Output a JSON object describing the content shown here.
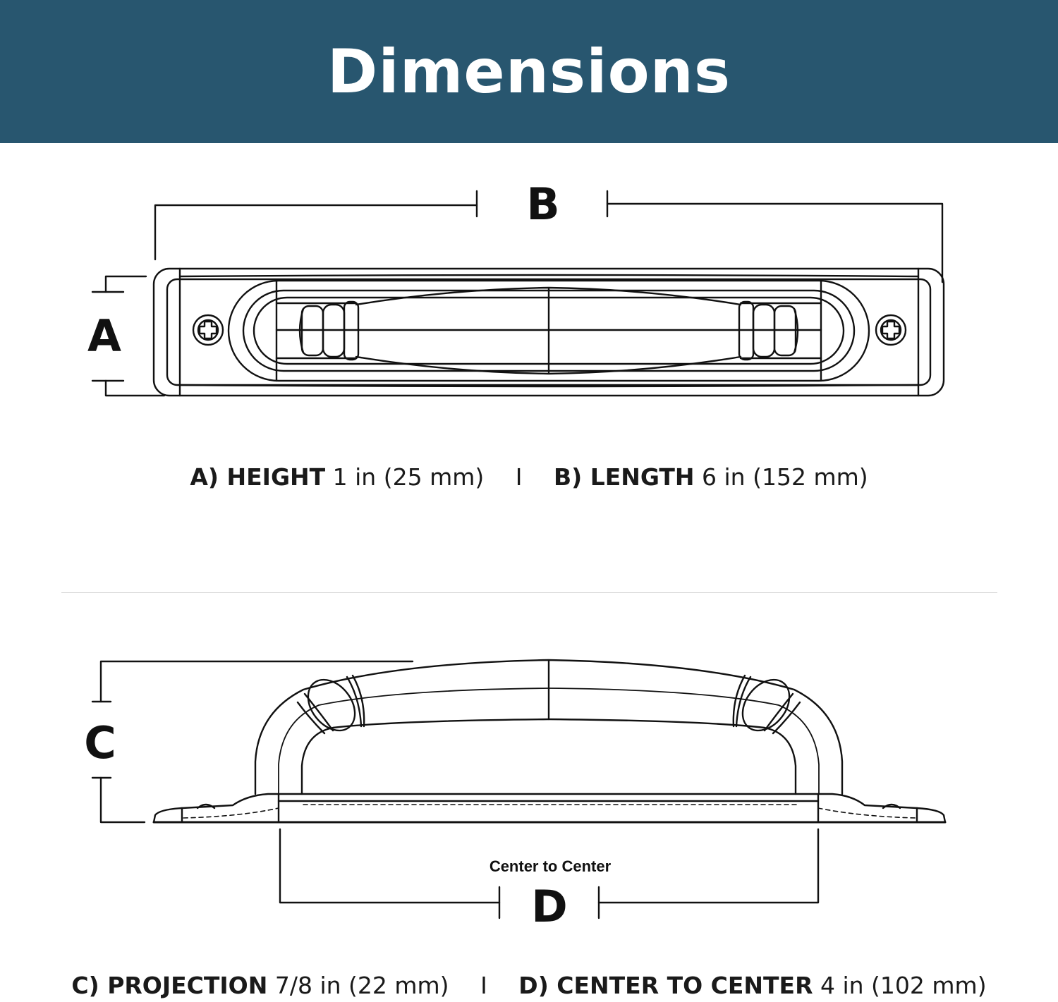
{
  "header": {
    "title": "Dimensions",
    "background_color": "#28566f",
    "text_color": "#ffffff"
  },
  "top_view": {
    "label_a": "A",
    "label_b": "B"
  },
  "top_caption": {
    "a_key": "A) HEIGHT",
    "a_value": "1 in (25 mm)",
    "separator": "I",
    "b_key": "B) LENGTH",
    "b_value": "6 in (152 mm)"
  },
  "side_view": {
    "label_c": "C",
    "label_d": "D",
    "center_note": "Center to Center"
  },
  "bottom_caption": {
    "c_key": "C) PROJECTION",
    "c_value": "7/8 in (22 mm)",
    "separator": "I",
    "d_key": "D) CENTER TO CENTER",
    "d_value": "4 in (102 mm)"
  },
  "icons": [
    "screw-head-icon",
    "pull-handle-drawing"
  ]
}
